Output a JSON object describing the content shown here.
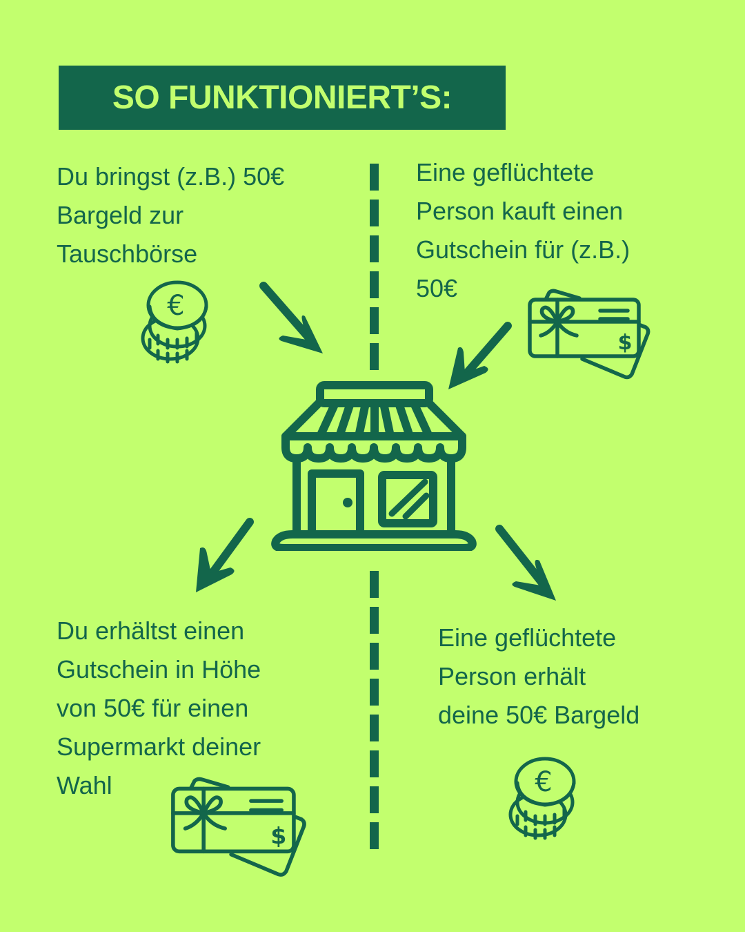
{
  "title": "SO FUNKTIONIERT’S:",
  "colors": {
    "background": "#c2ff6e",
    "primary": "#13664b"
  },
  "steps": {
    "top_left": {
      "lines": [
        "Du bringst (z.B.) 50€",
        "Bargeld zur",
        "Tauschbörse"
      ],
      "icon": "euro-coins-icon"
    },
    "top_right": {
      "lines": [
        "Eine geflüchtete",
        "Person kauft einen",
        "Gutschein für (z.B.)",
        "50€"
      ],
      "icon": "gift-card-icon"
    },
    "bottom_left": {
      "lines": [
        "Du erhältst einen",
        "Gutschein in Höhe",
        "von 50€ für einen",
        "Supermarkt deiner",
        "Wahl"
      ],
      "icon": "gift-card-icon"
    },
    "bottom_right": {
      "lines": [
        "Eine geflüchtete",
        "Person erhält",
        "deine 50€ Bargeld"
      ],
      "icon": "euro-coins-icon"
    }
  },
  "center_icon": "shop-icon",
  "coin_symbol": "€",
  "card_symbol": "$"
}
